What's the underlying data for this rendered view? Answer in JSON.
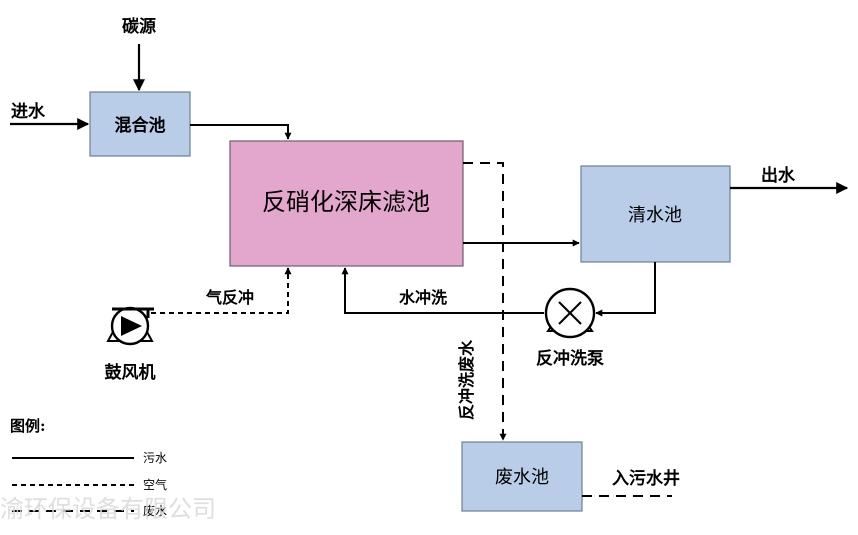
{
  "nodes": {
    "mix_tank": "混合池",
    "filter": "反硝化深床滤池",
    "clear_tank": "清水池",
    "waste_tank": "废水池"
  },
  "labels": {
    "carbon_source": "碳源",
    "inflow": "进水",
    "outflow": "出水",
    "air_backwash": "气反冲",
    "water_backwash": "水冲洗",
    "backwash_wastewater": "反冲洗废水",
    "backwash_pump": "反冲洗泵",
    "blower": "鼓风机",
    "to_sewage_well": "入污水井"
  },
  "legend": {
    "title": "图例:",
    "items": [
      {
        "style": "solid",
        "label": "污水"
      },
      {
        "style": "dashed-short",
        "label": "空气"
      },
      {
        "style": "dashed-long",
        "label": "废水"
      }
    ]
  },
  "watermark": "渝环保设备有限公司",
  "colors": {
    "tank_fill": "#b9cde8",
    "filter_fill": "#e3a6cc",
    "line": "#000000"
  }
}
